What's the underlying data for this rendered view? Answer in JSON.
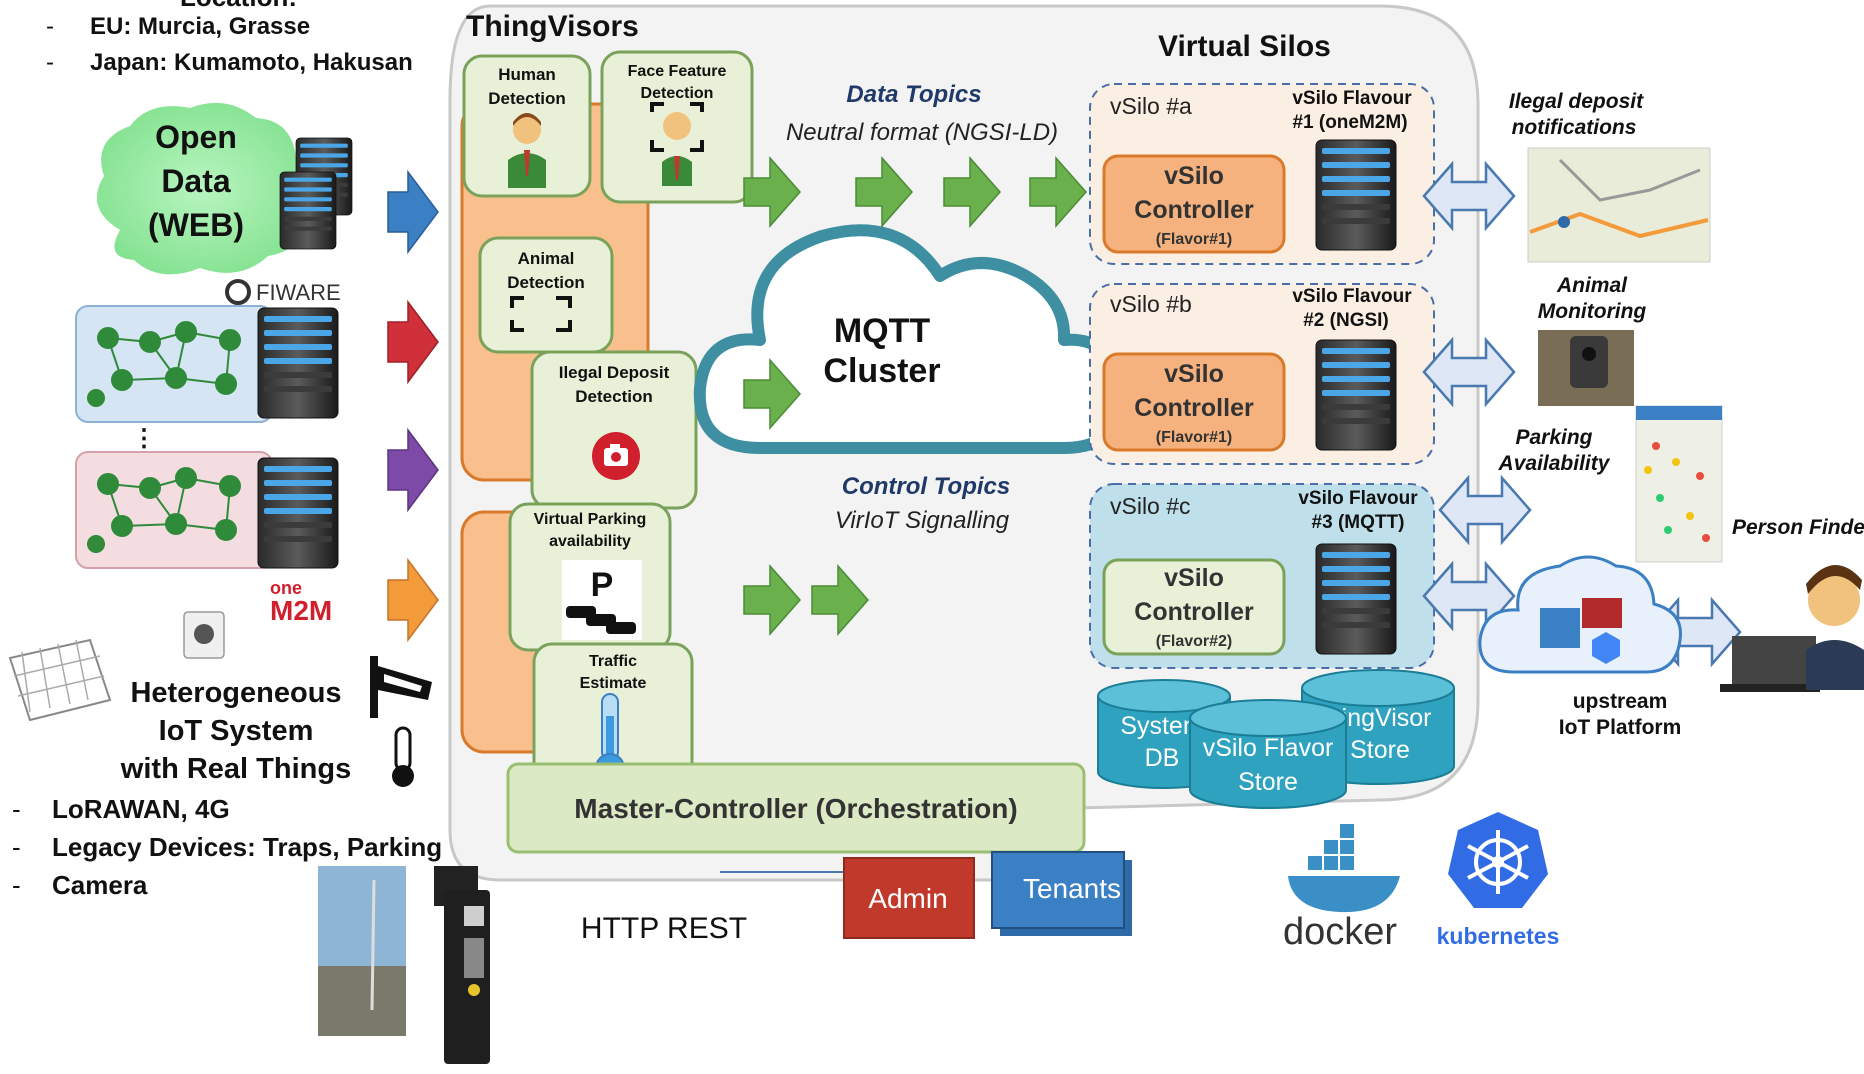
{
  "deployment": {
    "partial_title": "Location:",
    "items": [
      "EU: Murcia, Grasse",
      "Japan: Kumamoto, Hakusan"
    ]
  },
  "thingvisors": {
    "title": "ThingVisors",
    "boxes": [
      {
        "lines": [
          "Human",
          "Detection"
        ]
      },
      {
        "lines": [
          "Face Feature",
          "Detection"
        ]
      },
      {
        "lines": [
          "Animal",
          "Detection"
        ]
      },
      {
        "lines": [
          "Ilegal Deposit",
          "Detection"
        ]
      },
      {
        "lines": [
          "Virtual Parking",
          "availability"
        ]
      },
      {
        "lines": [
          "Traffic",
          "Estimate"
        ]
      }
    ],
    "master_controller": "Master-Controller (Orchestration)"
  },
  "topics": {
    "data_title": "Data Topics",
    "data_subtitle": "Neutral format (NGSI-LD)",
    "control_title": "Control Topics",
    "control_subtitle": "VirIoT Signalling"
  },
  "mqtt": {
    "lines": [
      "MQTT",
      "Cluster"
    ]
  },
  "silos": {
    "title": "Virtual Silos",
    "items": [
      {
        "id": "vSilo #a",
        "flavour": [
          "vSilo Flavour",
          "#1 (oneM2M)"
        ],
        "controller": [
          "vSilo",
          "Controller"
        ],
        "flavor_tag": "(Flavor#1)"
      },
      {
        "id": "vSilo #b",
        "flavour": [
          "vSilo Flavour",
          "#2 (NGSI)"
        ],
        "controller": [
          "vSilo",
          "Controller"
        ],
        "flavor_tag": "(Flavor#1)"
      },
      {
        "id": "vSilo #c",
        "flavour": [
          "vSilo Flavour",
          "#3 (MQTT)"
        ],
        "controller": [
          "vSilo",
          "Controller"
        ],
        "flavor_tag": "(Flavor#2)"
      }
    ]
  },
  "stores": {
    "system_db": [
      "System",
      "DB"
    ],
    "thingvisor_store": [
      "ThingVisor",
      "Store"
    ],
    "vsilo_flavor_store": [
      "vSilo Flavor",
      "Store"
    ]
  },
  "access": {
    "http": "HTTP REST",
    "admin": "Admin",
    "tenants": "Tenants"
  },
  "sources": {
    "open_data": [
      "Open",
      "Data",
      "(WEB)"
    ],
    "fiware": "FIWARE",
    "onem2m_top": "one",
    "onem2m_bottom": "M2M",
    "hetero": [
      "Heterogeneous",
      "IoT System",
      "with Real Things"
    ],
    "bullets": [
      "LoRAWAN, 4G",
      "Legacy Devices: Traps, Parking",
      "Camera"
    ]
  },
  "apps": {
    "illegal": [
      "Ilegal deposit",
      "notifications"
    ],
    "animal": [
      "Animal",
      "Monitoring"
    ],
    "parking": [
      "Parking",
      "Availability"
    ],
    "person": "Person Finder",
    "upstream": [
      "upstream",
      "IoT Platform"
    ]
  },
  "logos": {
    "docker": "docker",
    "kubernetes": "kubernetes"
  },
  "colors": {
    "thingvisor_green": "#e9f0d8",
    "thingvisor_border": "#7aa25a",
    "orange_fill": "#f9c08e",
    "orange_border": "#d97a2b",
    "arrow_green": "#6ab04c",
    "cloud_blue": "#3f8fa3",
    "silo_blue": "#bfe0ea",
    "db_teal": "#2ea2bf",
    "admin_red": "#c0392b",
    "tenants_blue": "#3b7fc4"
  }
}
